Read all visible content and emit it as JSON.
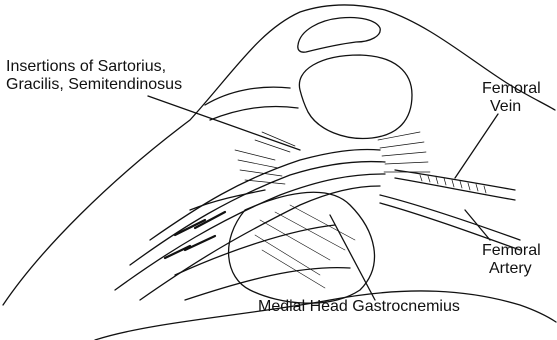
{
  "labels": {
    "insertions_line1": "Insertions of Sartorius,",
    "insertions_line2": "Gracilis, Semitendinosus",
    "femoral_vein_line1": "Femoral",
    "femoral_vein_line2": "Vein",
    "femoral_artery_line1": "Femoral",
    "femoral_artery_line2": "Artery",
    "medial_head": "Medial Head Gastrocnemius"
  },
  "colors": {
    "ink": "#111111",
    "background": "#ffffff"
  }
}
